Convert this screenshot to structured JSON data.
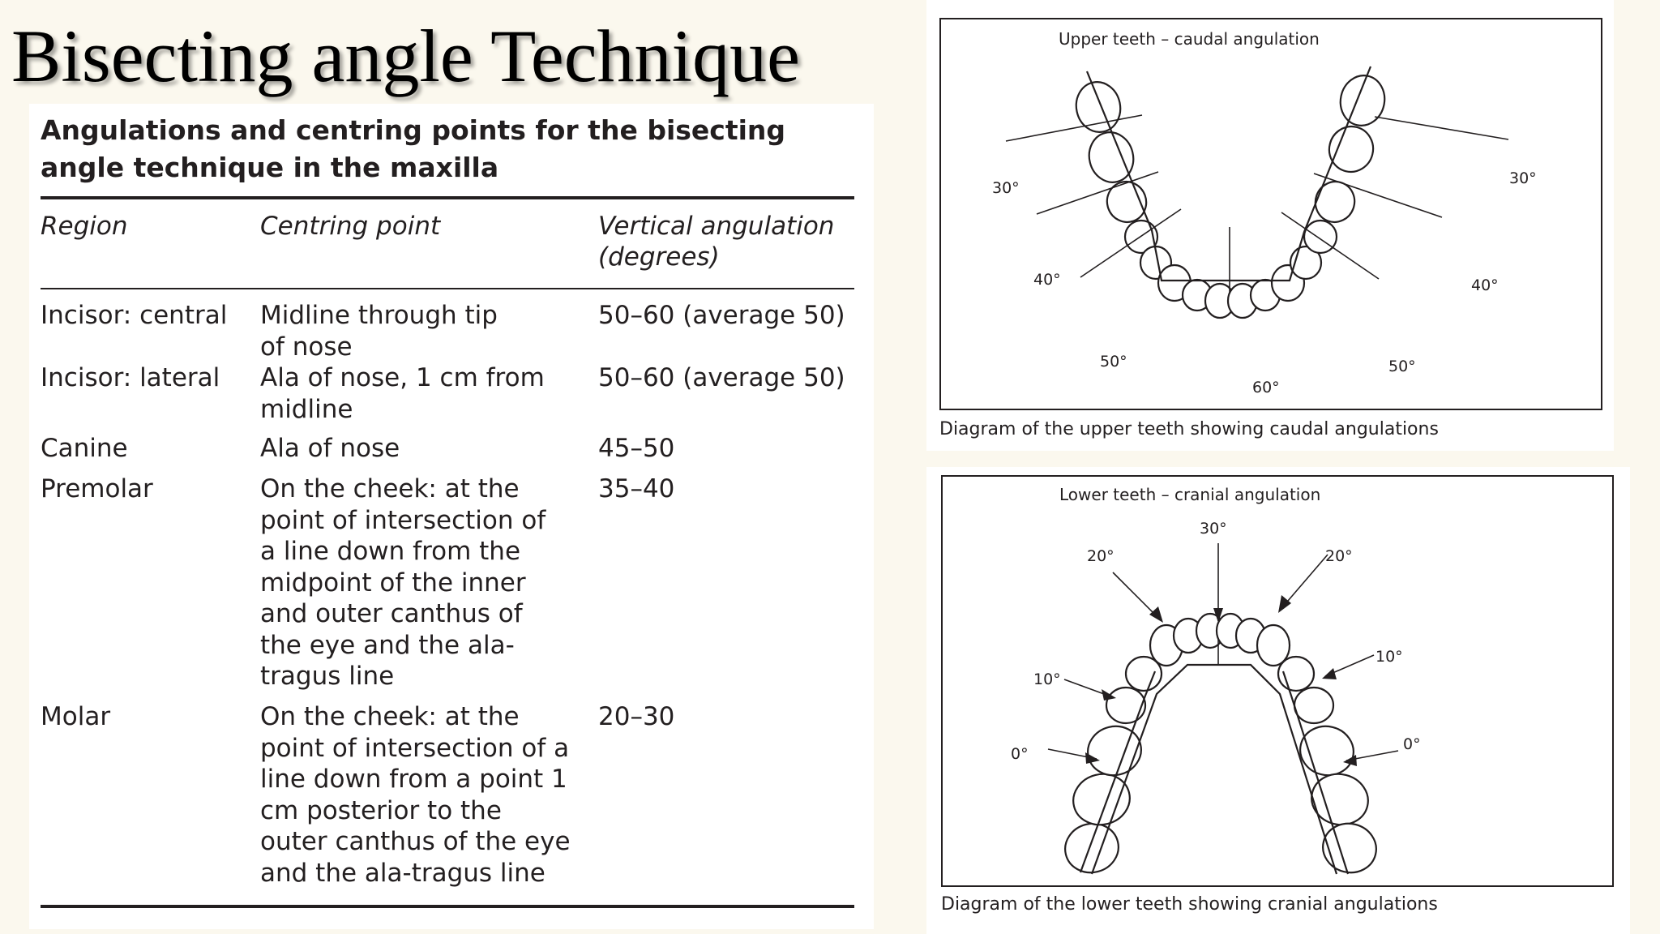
{
  "slide_title": "Bisecting angle Technique",
  "table": {
    "caption": "Angulations and centring points for the bisecting angle technique in the maxilla",
    "headers": {
      "region": "Region",
      "centring_point": "Centring point",
      "vertical_angulation": "Vertical angulation (degrees)"
    },
    "rows": [
      {
        "region": "Incisor: central",
        "centring_point": "Midline through tip of nose",
        "vertical_angulation": "50–60 (average 50)"
      },
      {
        "region": "Incisor: lateral",
        "centring_point": "Ala of nose, 1 cm from midline",
        "vertical_angulation": "50–60 (average 50)"
      },
      {
        "region": "Canine",
        "centring_point": "Ala of nose",
        "vertical_angulation": "45–50"
      },
      {
        "region": "Premolar",
        "centring_point": "On the cheek: at the point of intersection of a line down from the midpoint of the inner and outer canthus of the eye and the ala-tragus line",
        "vertical_angulation": "35–40"
      },
      {
        "region": "Molar",
        "centring_point": "On the cheek: at the point of intersection of a line down from a point 1 cm posterior to the outer canthus of the eye and the ala-tragus line",
        "vertical_angulation": "20–30"
      }
    ]
  },
  "upper_diagram": {
    "heading": "Upper teeth – caudal angulation",
    "caption": "Diagram of the upper teeth showing caudal angulations",
    "labels": {
      "left_30": "30°",
      "right_30": "30°",
      "left_40": "40°",
      "right_40": "40°",
      "left_50": "50°",
      "right_50": "50°",
      "center_60": "60°"
    }
  },
  "lower_diagram": {
    "heading": "Lower teeth – cranial angulation",
    "caption": "Diagram of the lower teeth showing cranial angulations",
    "labels": {
      "center_30": "30°",
      "left_20": "20°",
      "right_20": "20°",
      "left_10": "10°",
      "right_10": "10°",
      "left_0": "0°",
      "right_0": "0°"
    }
  }
}
